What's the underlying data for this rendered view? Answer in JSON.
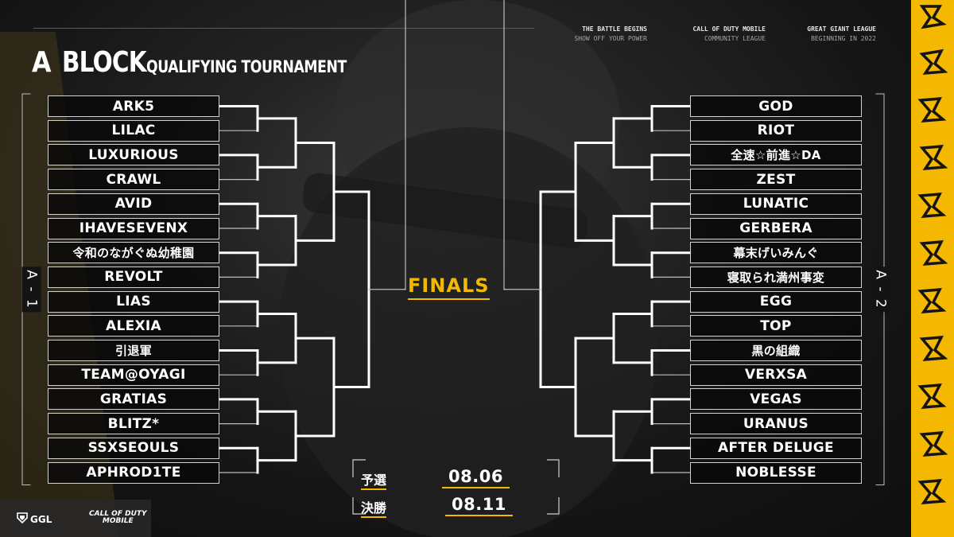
{
  "header": {
    "title_letter": "A",
    "title_block": "BLOCK",
    "subtitle": "QUALIFYING TOURNAMENT",
    "taglines": [
      {
        "line1": "THE BATTLE BEGINS",
        "line2": "SHOW OFF YOUR POWER"
      },
      {
        "line1": "CALL OF DUTY MOBILE",
        "line2": "COMMUNITY LEAGUE"
      },
      {
        "line1": "GREAT GIANT LEAGUE",
        "line2": "BEGINNING IN 2022"
      }
    ]
  },
  "left_group_label": "A - 1",
  "right_group_label": "A - 2",
  "left_teams": [
    "ARK5",
    "LILAC",
    "LUXURIOUS",
    "CRAWL",
    "AVID",
    "IHAVESEVENX",
    "令和のながぐぬ幼稚園",
    "REVOLT",
    "LIAS",
    "ALEXIA",
    "引退軍",
    "TEAM@OYAGI",
    "GRATIAS",
    "BLITZ*",
    "SSXSEOULS",
    "APHROD1TE"
  ],
  "right_teams": [
    "GOD",
    "RIOT",
    "全速☆前進☆DA",
    "ZEST",
    "LUNATIC",
    "GERBERA",
    "幕末げいみんぐ",
    "寝取られ満州事変",
    "EGG",
    "TOP",
    "黒の組織",
    "VERXSA",
    "VEGAS",
    "URANUS",
    "AFTER DELUGE",
    "NOBLESSE"
  ],
  "finals_label": "FINALS",
  "schedule": [
    {
      "label": "予選",
      "date": "08.06"
    },
    {
      "label": "決勝",
      "date": "08.11"
    }
  ],
  "logos": {
    "ggl": "GGL",
    "cod_line1": "CALL OF DUTY",
    "cod_line2": "MOBILE"
  },
  "colors": {
    "accent": "#f5b800",
    "background": "#141414",
    "text": "#ffffff"
  }
}
